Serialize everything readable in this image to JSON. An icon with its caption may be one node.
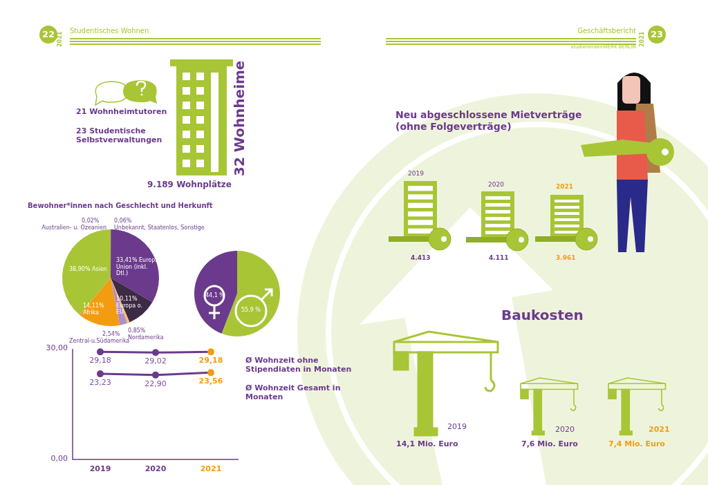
{
  "diagram": {
    "labels": [
      "22",
      "2021",
      "Studentisches Wohnen",
      "Geschäftsbericht",
      "2021",
      "23",
      "studierendenWERK BERLIN",
      "21 Wohnheimtutoren",
      "23 Studentische Selbstverwaltungen",
      "32 Wohnheime",
      "9.189 Wohnplätze",
      "Neu abgeschlossene Mietverträge (ohne Folgeverträge)",
      "Bewohner*innen nach Geschlecht und Herkunft",
      "0,02%",
      "0,06%",
      "Australien- u. Ozeanien",
      "Unbekannt, Staatenlos, Sonstige",
      "38,90% Asien",
      "33,41% Europ. Union (inkl. Dtl.)",
      "10,11% Europa o. EU",
      "14,11% Afrika",
      "44,1 %",
      "55,9 %",
      "2,54%",
      "0,85%",
      "Zentral-u.Südamerika",
      "Nordamerika",
      "2019",
      "2020",
      "2021",
      "4.413",
      "4.111",
      "3.961",
      "Baukosten",
      "2019",
      "2020",
      "2021",
      "14,1 Mio. Euro",
      "7,6 Mio. Euro",
      "7,4 Mio. Euro"
    ],
    "chart_data": {
      "type": "line",
      "categories": [
        "2019",
        "2020",
        "2021"
      ],
      "series": [
        {
          "name": "Ø Wohnzeit ohne Stipendiaten in Monaten",
          "color": "#6b3a8c",
          "values": [
            29.18,
            29.02,
            29.18
          ],
          "marker": "circle"
        },
        {
          "name": "Ø Wohnzeit Gesamt in Monaten",
          "color": "#6b3a8c",
          "values": [
            23.23,
            22.9,
            23.56
          ],
          "marker": "circle"
        }
      ],
      "ylim": [
        0,
        30
      ],
      "yticks": [
        {
          "value": 0,
          "label": "0,00"
        },
        {
          "value": 30,
          "label": "30,00"
        }
      ],
      "value_labels": [
        [
          "29,18",
          "29,02",
          "29,18"
        ],
        [
          "23,23",
          "22,90",
          "23,56"
        ]
      ]
    }
  }
}
